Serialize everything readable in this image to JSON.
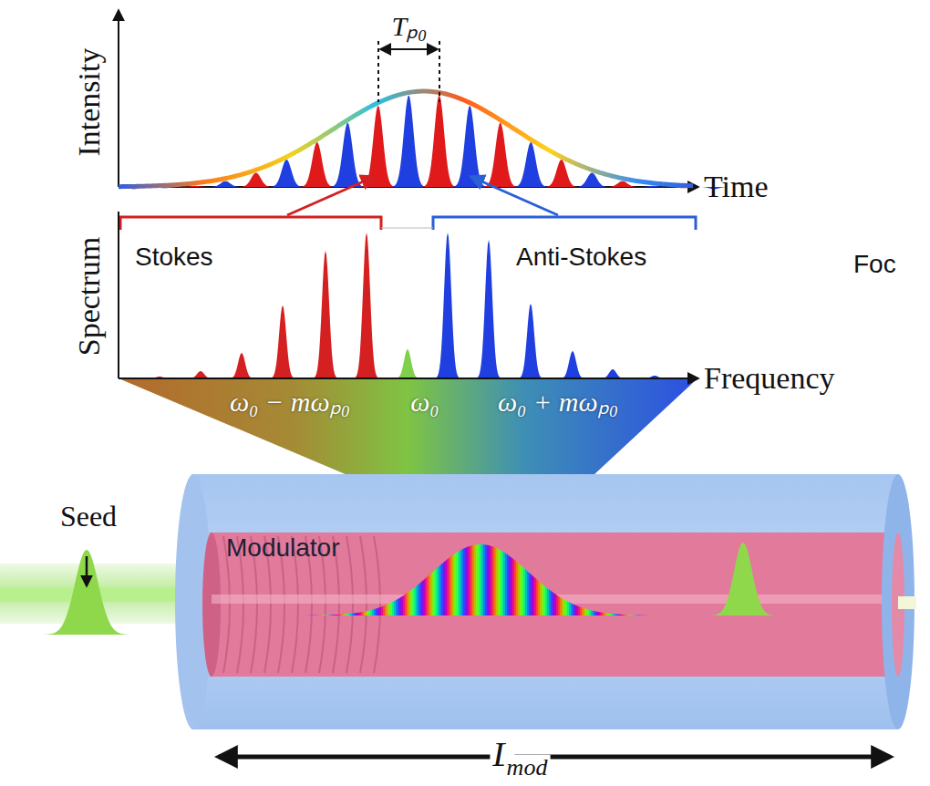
{
  "diagram": {
    "nodes": [
      {
        "text": [
          "Modulator"
        ]
      }
    ],
    "labels": [
      "Tₚ₀",
      "Intensity",
      "Time",
      "Stokes",
      "Anti-Stokes",
      "Spectrum",
      "ω₀ − mωₚ₀",
      "ω₀",
      "ω₀ + mωₚ₀",
      "Frequency",
      "Foc",
      "Seed",
      "L",
      "mod"
    ]
  }
}
